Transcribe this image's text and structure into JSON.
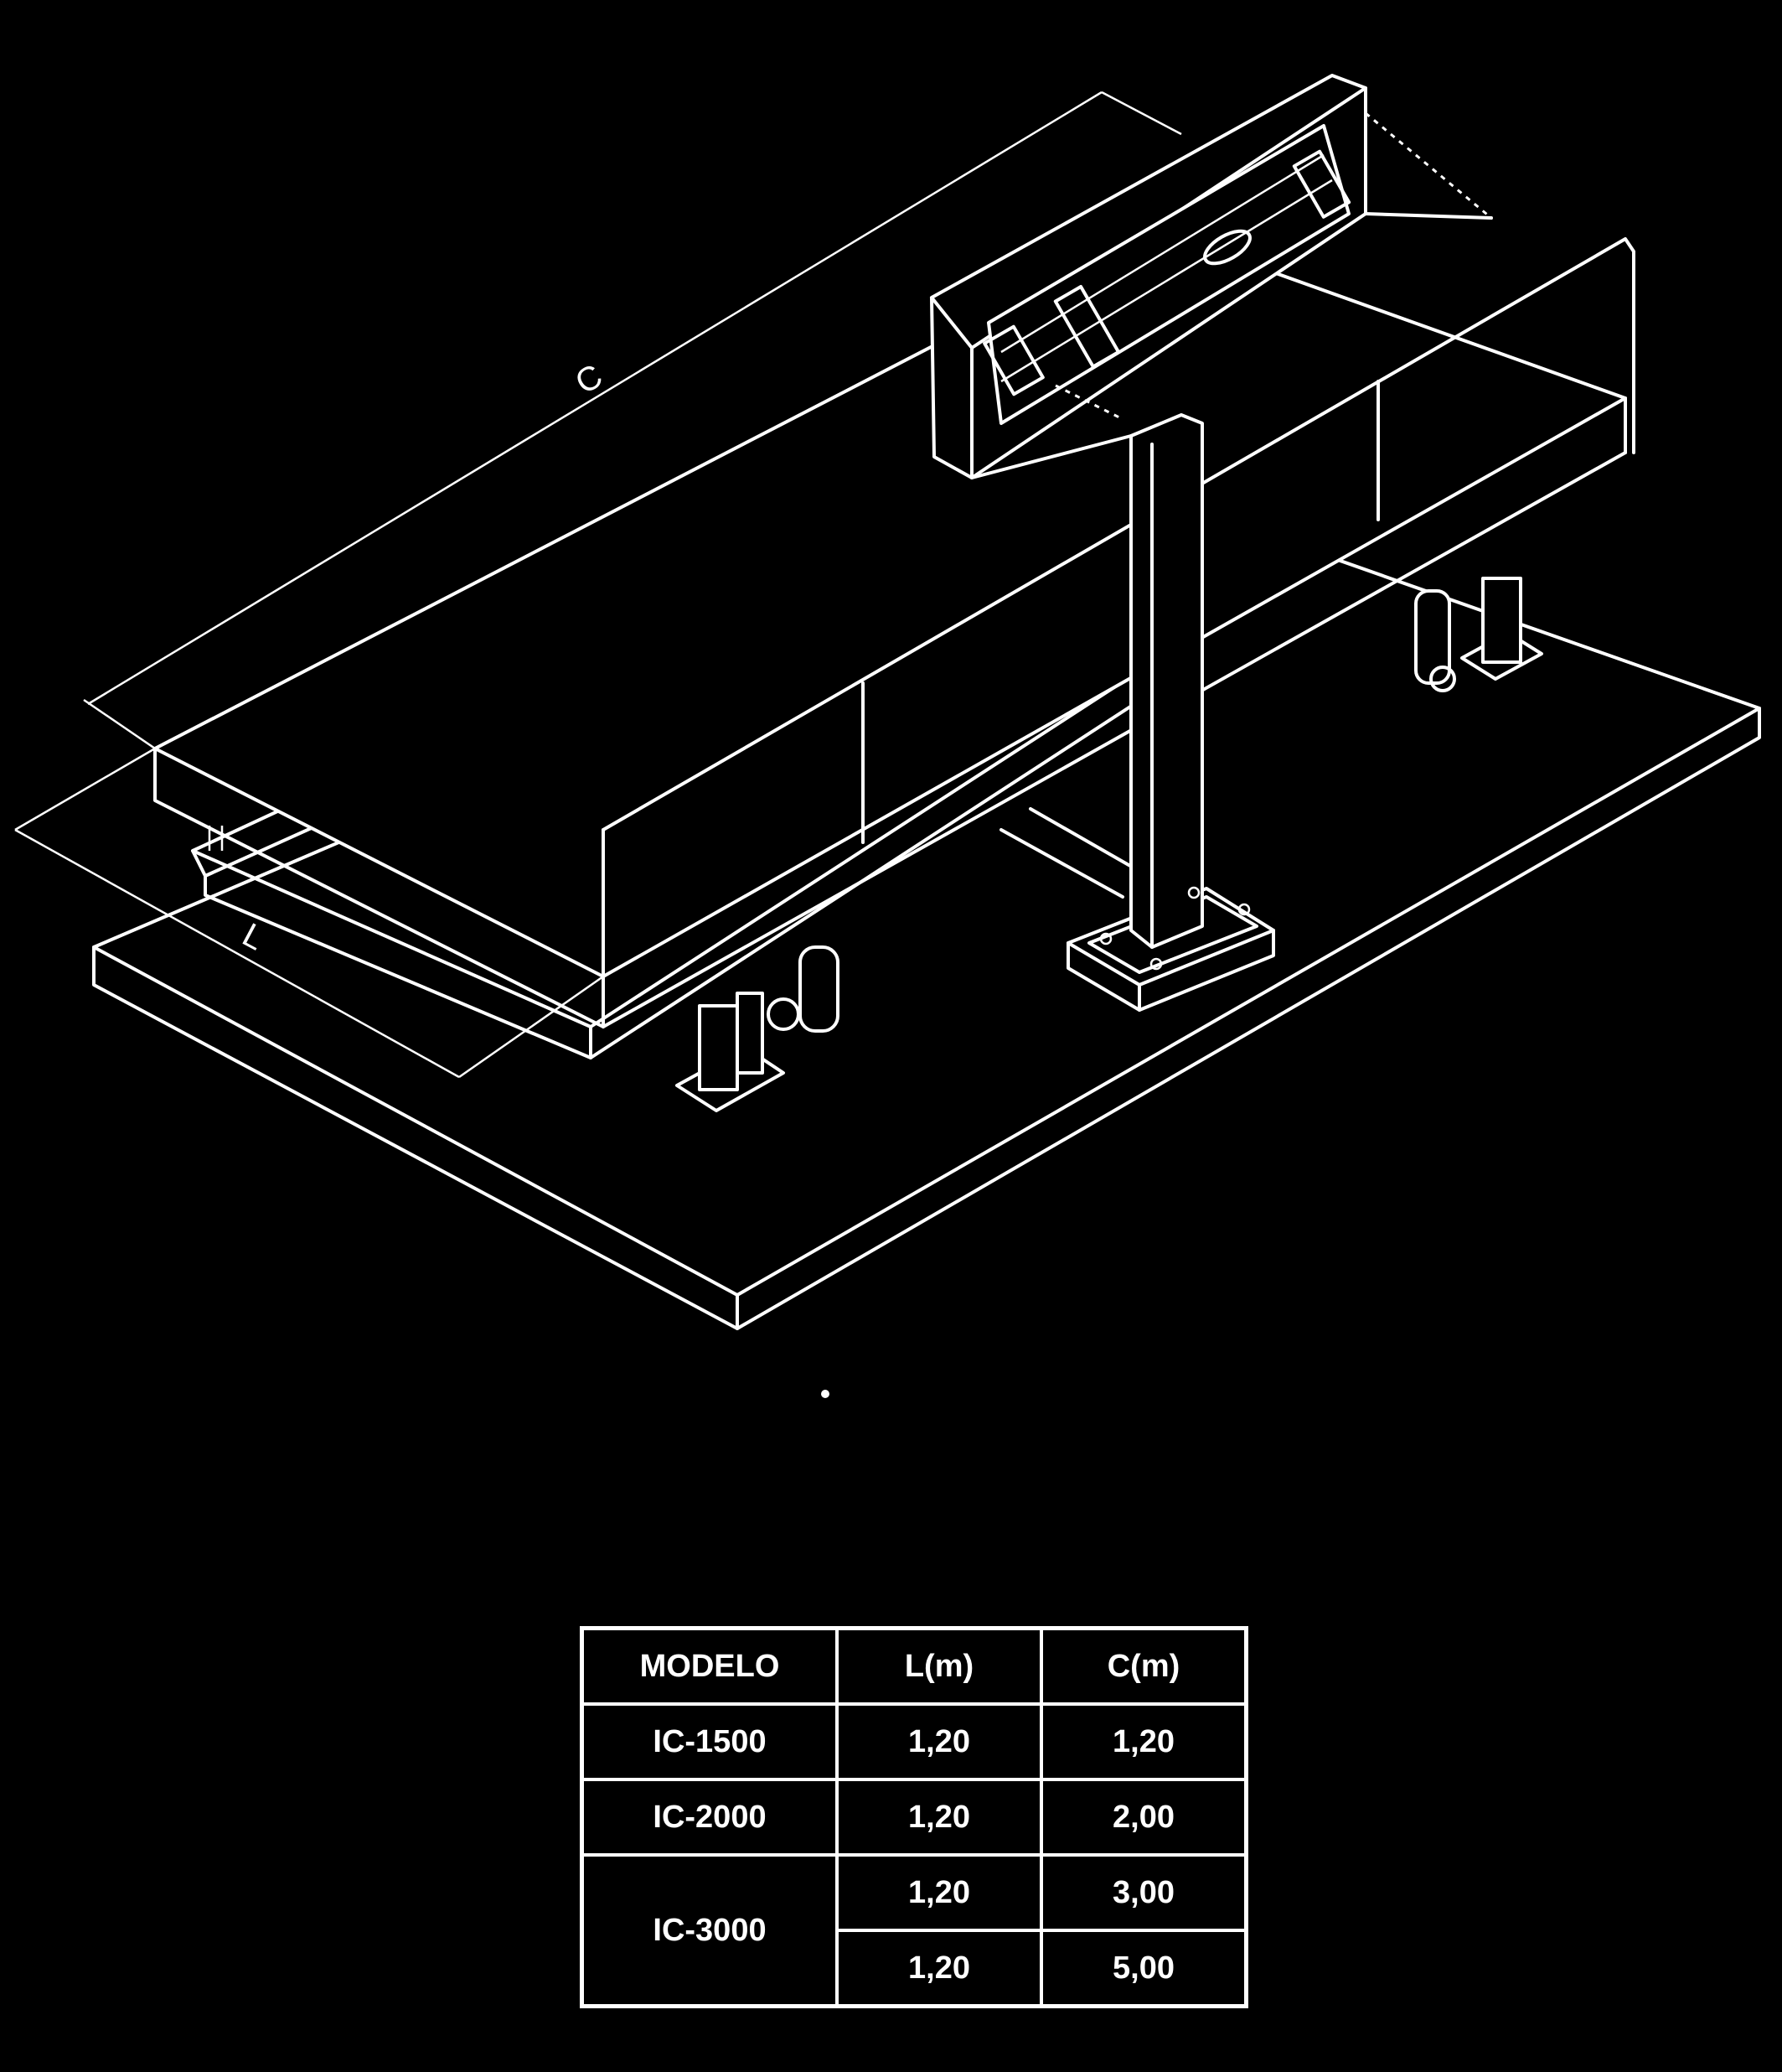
{
  "diagram": {
    "dimension_labels": {
      "length": "C",
      "width": "L"
    }
  },
  "table": {
    "headers": [
      "MODELO",
      "L(m)",
      "C(m)"
    ],
    "rows": [
      {
        "modelo": "IC-1500",
        "l": "1,20",
        "c": "1,20"
      },
      {
        "modelo": "IC-2000",
        "l": "1,20",
        "c": "2,00"
      },
      {
        "modelo": "IC-3000",
        "l": "1,20",
        "c": "3,00"
      },
      {
        "modelo": "",
        "l": "1,20",
        "c": "5,00"
      }
    ]
  }
}
